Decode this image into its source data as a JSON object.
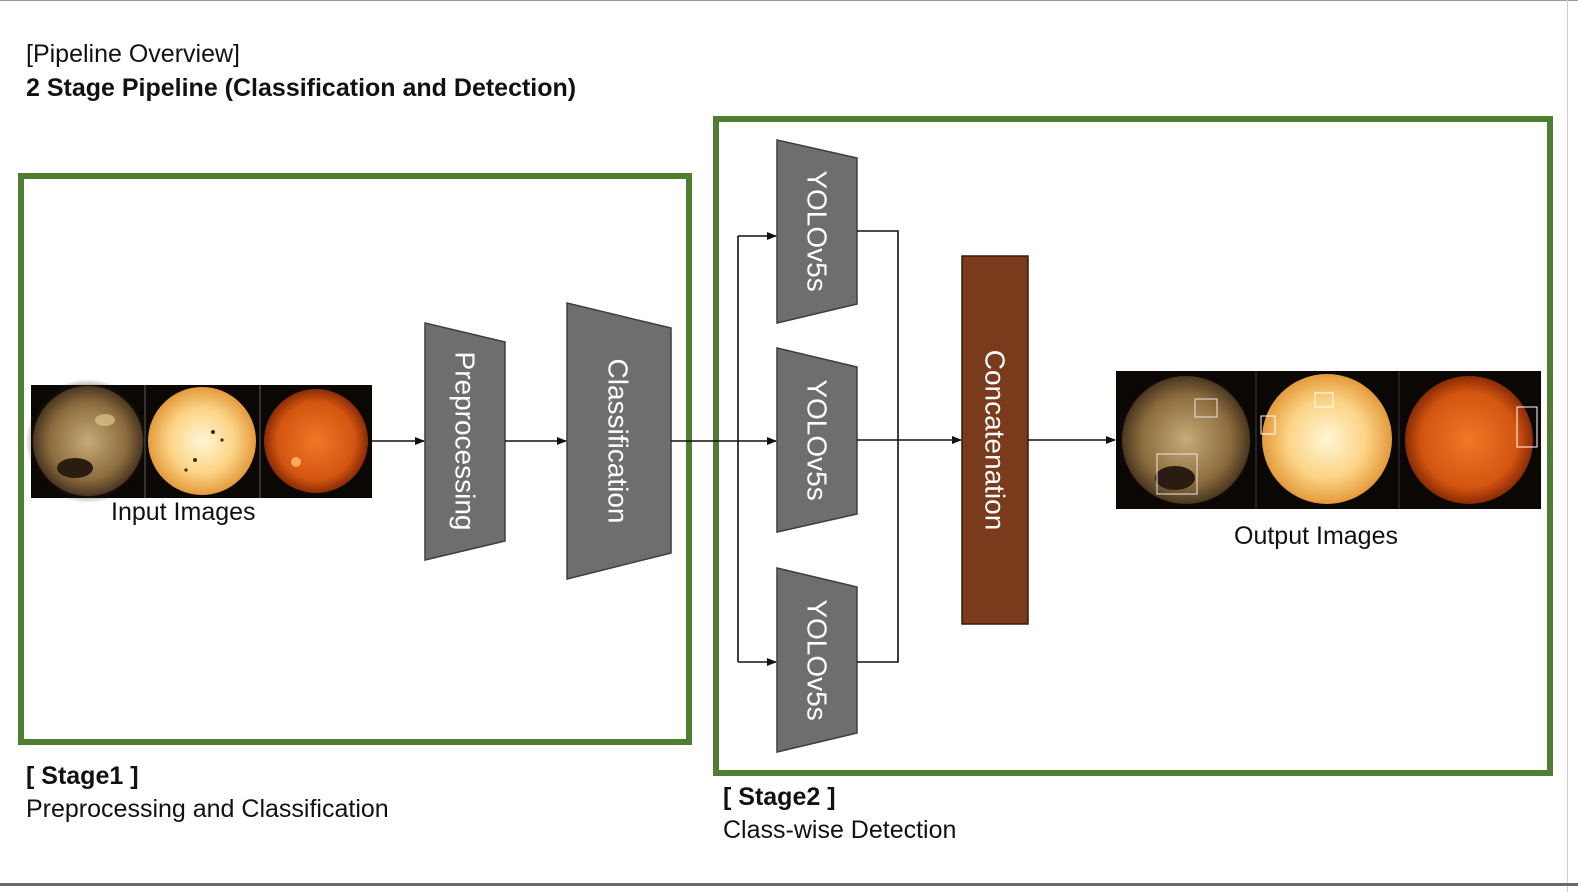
{
  "overview": {
    "label": "[Pipeline Overview]",
    "title": "2 Stage Pipeline (Classification and Detection)"
  },
  "stage1": {
    "title": "[ Stage1 ]",
    "subtitle": "Preprocessing and Classification",
    "input_caption": "Input Images",
    "preprocessing_label": "Preprocessing",
    "classification_label": "Classification"
  },
  "stage2": {
    "title": "[ Stage2 ]",
    "subtitle": "Class-wise Detection",
    "detectors": [
      "YOLOv5s",
      "YOLOv5s",
      "YOLOv5s"
    ],
    "concat_label": "Concatenation",
    "output_caption": "Output Images"
  },
  "colors": {
    "stage_border": "#4f7d32",
    "block_gray": "#6e6e6e",
    "concat_brown": "#7a3a1c",
    "arrow": "#111111"
  }
}
